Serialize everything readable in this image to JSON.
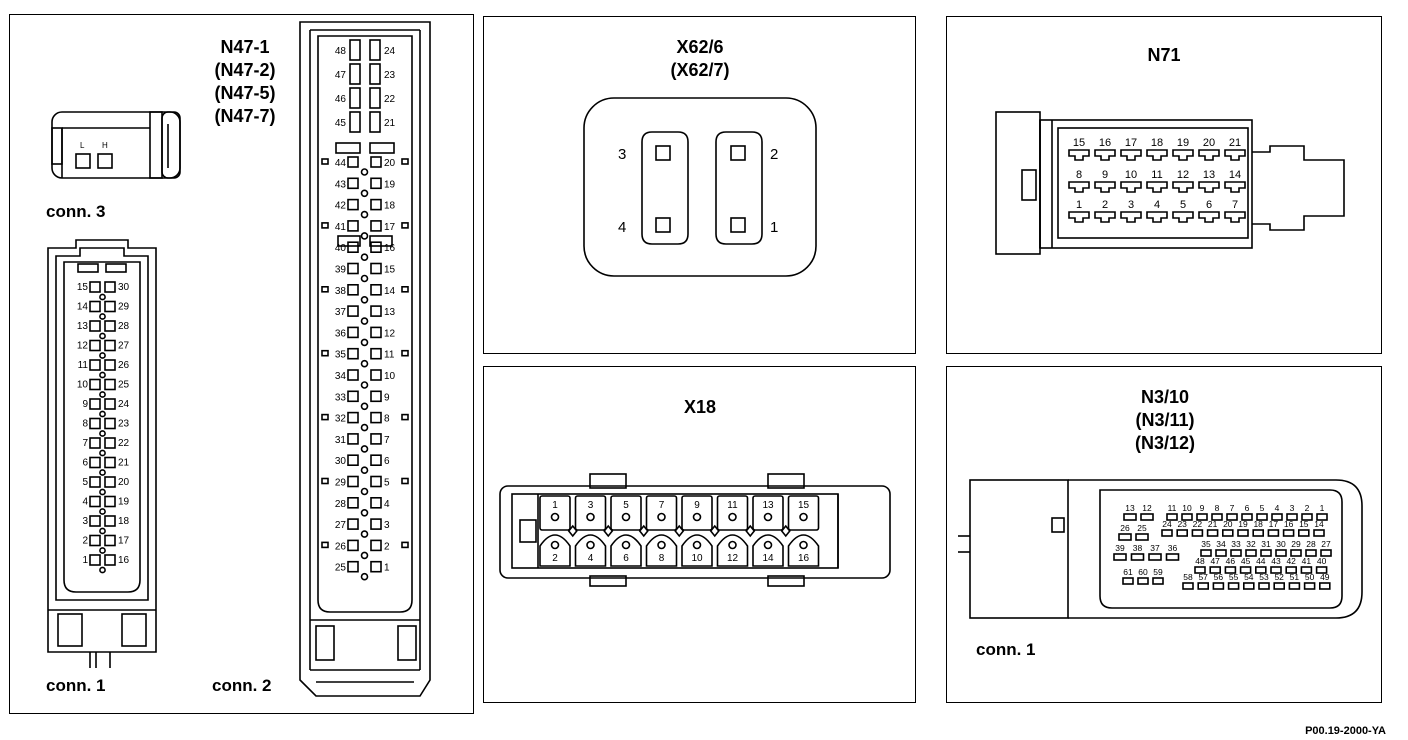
{
  "panels": {
    "n47": {
      "title_lines": [
        "N47-1",
        "(N47-2)",
        "(N47-5)",
        "(N47-7)"
      ],
      "conn3_label": "conn. 3",
      "conn1_label": "conn. 1",
      "conn2_label": "conn. 2",
      "conn3_marks": [
        "L",
        "H"
      ],
      "conn1_pins_left": [
        "15",
        "14",
        "13",
        "12",
        "11",
        "10",
        "9",
        "8",
        "7",
        "6",
        "5",
        "4",
        "3",
        "2",
        "1"
      ],
      "conn1_pins_right": [
        "30",
        "29",
        "28",
        "27",
        "26",
        "25",
        "24",
        "23",
        "22",
        "21",
        "20",
        "19",
        "18",
        "17",
        "16"
      ],
      "conn2_top_left": [
        "48",
        "47",
        "46",
        "45"
      ],
      "conn2_top_right": [
        "24",
        "23",
        "22",
        "21"
      ],
      "conn2_pins_left": [
        "44",
        "43",
        "42",
        "41",
        "40",
        "39",
        "38",
        "37",
        "36",
        "35",
        "34",
        "33",
        "32",
        "31",
        "30",
        "29",
        "28",
        "27",
        "26",
        "25"
      ],
      "conn2_pins_right": [
        "20",
        "19",
        "18",
        "17",
        "16",
        "15",
        "14",
        "13",
        "12",
        "11",
        "10",
        "9",
        "8",
        "7",
        "6",
        "5",
        "4",
        "3",
        "2",
        "1"
      ]
    },
    "x62": {
      "title_lines": [
        "X62/6",
        "(X62/7)"
      ],
      "pins": [
        "3",
        "4",
        "2",
        "1"
      ]
    },
    "n71": {
      "title_lines": [
        "N71"
      ],
      "row1": [
        "15",
        "16",
        "17",
        "18",
        "19",
        "20",
        "21"
      ],
      "row2": [
        "8",
        "9",
        "10",
        "11",
        "12",
        "13",
        "14"
      ],
      "row3": [
        "1",
        "2",
        "3",
        "4",
        "5",
        "6",
        "7"
      ]
    },
    "x18": {
      "title_lines": [
        "X18"
      ],
      "top_pins": [
        "1",
        "3",
        "5",
        "7",
        "9",
        "11",
        "13",
        "15"
      ],
      "bottom_pins": [
        "2",
        "4",
        "6",
        "8",
        "10",
        "12",
        "14",
        "16"
      ]
    },
    "n3": {
      "title_lines": [
        "N3/10",
        "(N3/11)",
        "(N3/12)"
      ],
      "conn1_label": "conn. 1",
      "row1a": [
        "13",
        "12"
      ],
      "row1b": [
        "11",
        "10",
        "9",
        "8",
        "7",
        "6",
        "5",
        "4",
        "3",
        "2",
        "1"
      ],
      "row2a": [
        "26",
        "25"
      ],
      "row2b": [
        "24",
        "23",
        "22",
        "21",
        "20",
        "19",
        "18",
        "17",
        "16",
        "15",
        "14"
      ],
      "row3a": [
        "39",
        "38",
        "37",
        "36"
      ],
      "row3b": [
        "35",
        "34",
        "33",
        "32",
        "31",
        "30",
        "29",
        "28",
        "27"
      ],
      "row4a": [
        "48",
        "47",
        "46",
        "45",
        "44",
        "43",
        "42",
        "41",
        "40"
      ],
      "row5a": [
        "61",
        "60",
        "59"
      ],
      "row5b": [
        "58",
        "57",
        "56",
        "55",
        "54",
        "53",
        "52",
        "51",
        "50",
        "49"
      ]
    }
  },
  "reference": "P00.19-2000-YA"
}
